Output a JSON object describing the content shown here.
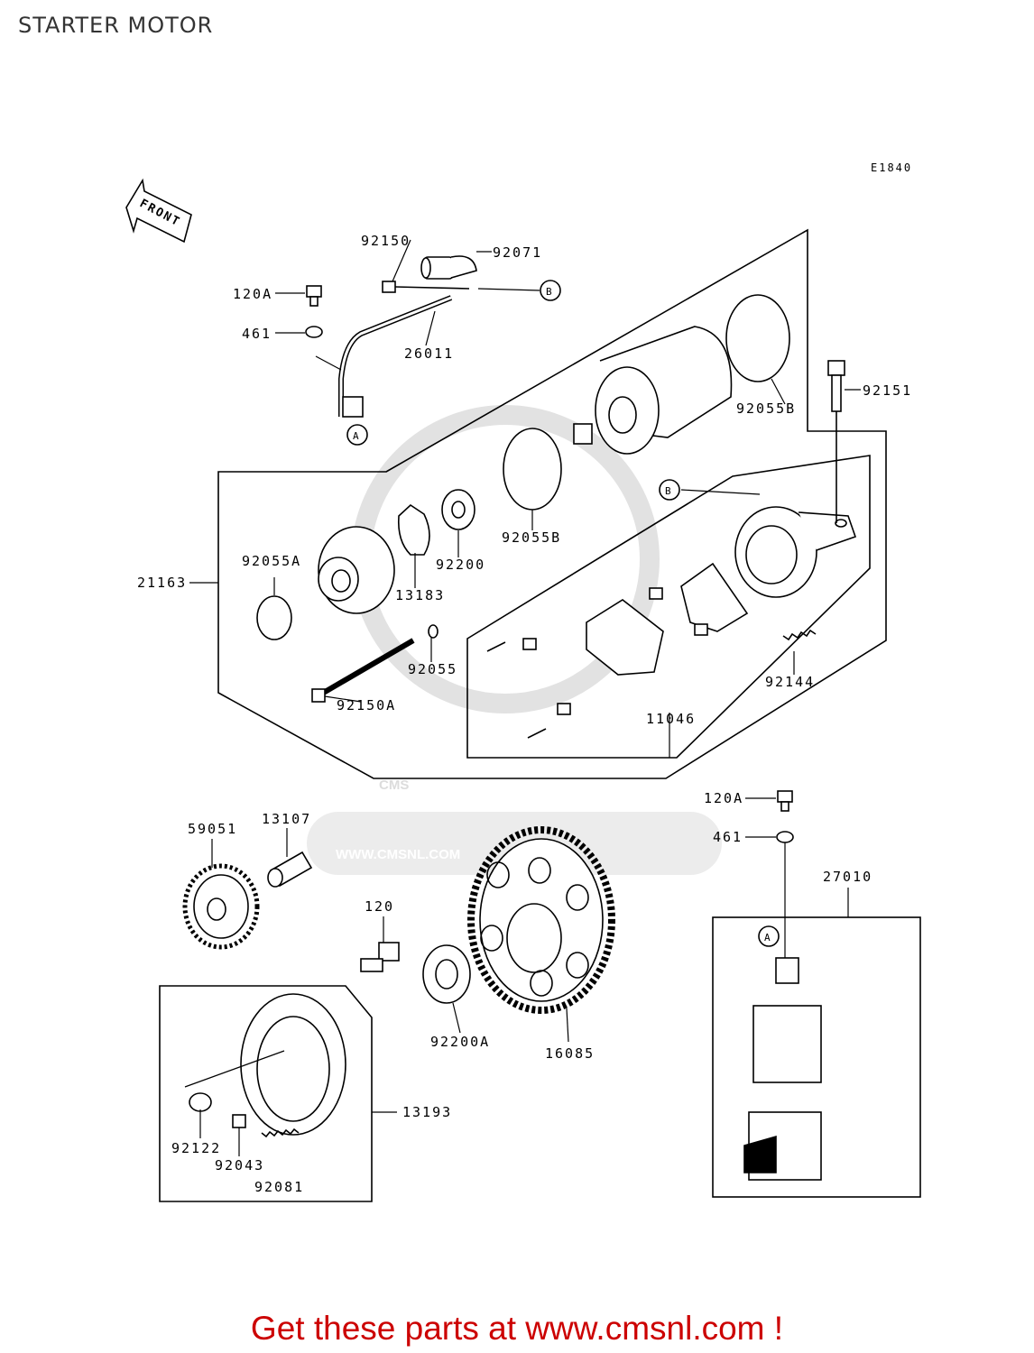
{
  "page": {
    "title": "STARTER MOTOR",
    "figure_code": "E1840",
    "footer_link": "Get these parts at www.cmsnl.com !",
    "watermark_text": "WWW.CMSNL.COM",
    "watermark_logo": "CMS",
    "accent_color": "#cc0000"
  },
  "direction_label": "FRONT",
  "callouts": {
    "a": "A",
    "b": "B"
  },
  "parts": {
    "p92150": "92150",
    "p92071": "92071",
    "p120A_top": "120A",
    "p461_top": "461",
    "p26011": "26011",
    "p92055B_top": "92055B",
    "p92151": "92151",
    "p92055B_mid": "92055B",
    "p92200": "92200",
    "p92055A": "92055A",
    "p21163": "21163",
    "p13183": "13183",
    "p92055": "92055",
    "p92150A": "92150A",
    "p92144": "92144",
    "p11046": "11046",
    "p120A_bot": "120A",
    "p461_bot": "461",
    "p27010": "27010",
    "p59051": "59051",
    "p13107": "13107",
    "p120": "120",
    "p92200A": "92200A",
    "p16085": "16085",
    "p13193": "13193",
    "p92122": "92122",
    "p92043": "92043",
    "p92081": "92081"
  }
}
